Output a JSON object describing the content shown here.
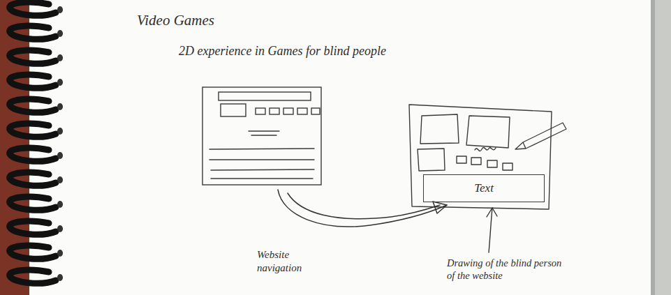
{
  "diagram": {
    "title": "Video Games",
    "nodes": [
      {
        "text": [
          "Text"
        ]
      }
    ],
    "labels": [
      "2D experience in Games for blind people",
      "Website navigation",
      "Drawing of the blind person of the website"
    ]
  }
}
